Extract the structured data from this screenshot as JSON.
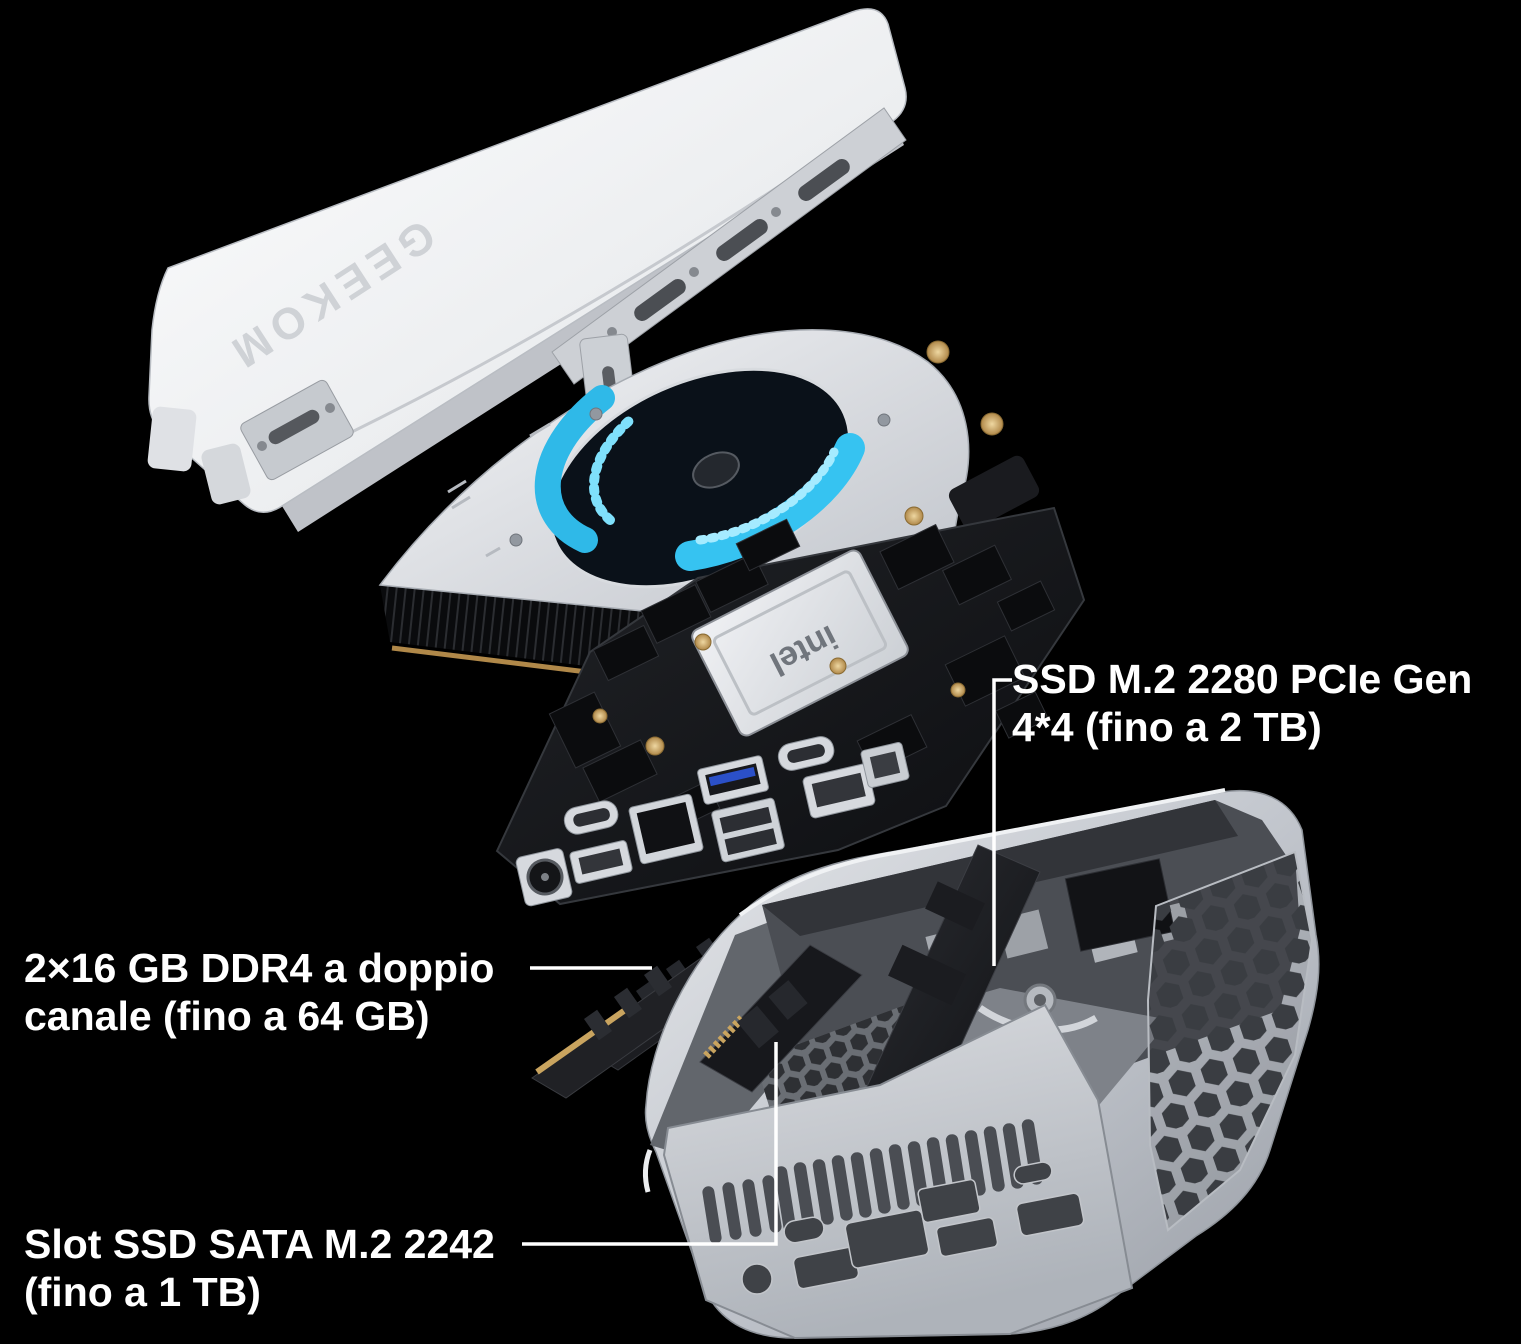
{
  "figure": {
    "brand_marking": "GEEKOM",
    "cpu_marking": "intel",
    "annotations": {
      "ssd2280": {
        "line1": "SSD M.2 2280 PCIe Gen",
        "line2": "4*4 (fino a 2 TB)"
      },
      "ram": {
        "line1": "2×16 GB DDR4 a doppio",
        "line2": "canale (fino a 64 GB)"
      },
      "sata": {
        "line1": "Slot SSD SATA M.2 2242",
        "line2": "(fino a 1 TB)"
      }
    },
    "colors": {
      "background": "#000000",
      "annotation_text": "#ffffff",
      "leader_line": "#ffffff",
      "fan_accent": "#3cc6f2",
      "usb_accent": "#2b50c8",
      "brass": "#c8a35e",
      "chassis_silver": "#c9cdd3",
      "pcb_black": "#141518"
    }
  }
}
